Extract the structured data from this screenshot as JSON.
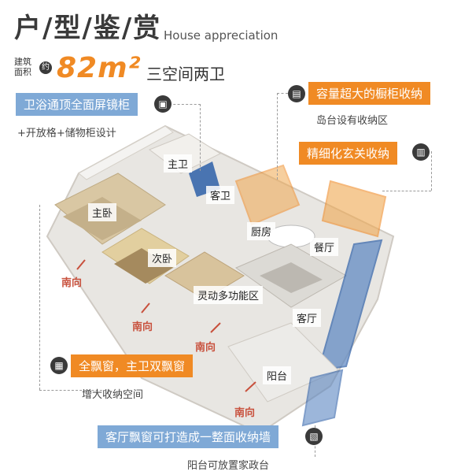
{
  "header": {
    "title": "户/型/鉴/赏",
    "title_en": "House appreciation",
    "area_label": "建筑面积",
    "area_prefix": "约",
    "area_value": "82m²",
    "layout_desc": "三空间两卫"
  },
  "callouts": {
    "bath_mirror": "卫浴通顶全面屏镜柜",
    "bath_mirror_note": "+开放格+储物柜设计",
    "kitchen_storage": "容量超大的橱柜收纳",
    "kitchen_storage_note": "岛台设有收纳区",
    "entry_storage": "精细化玄关收纳",
    "bay_window": "全飘窗，主卫双飘窗",
    "bay_window_note": "增大收纳空间",
    "living_wall": "客厅飘窗可打造成一整面收纳墙",
    "balcony_note": "阳台可放置家政台"
  },
  "rooms": {
    "master_bath": "主卫",
    "guest_bath": "客卫",
    "master_bedroom": "主卧",
    "kitchen": "厨房",
    "dining": "餐厅",
    "second_bedroom": "次卧",
    "flex_room": "灵动多功能区",
    "living": "客厅",
    "balcony": "阳台"
  },
  "orientation": {
    "south": "南向"
  },
  "colors": {
    "accent_orange": "#f08a24",
    "accent_blue": "#7fa9d6",
    "text_dark": "#3a3a3a"
  }
}
